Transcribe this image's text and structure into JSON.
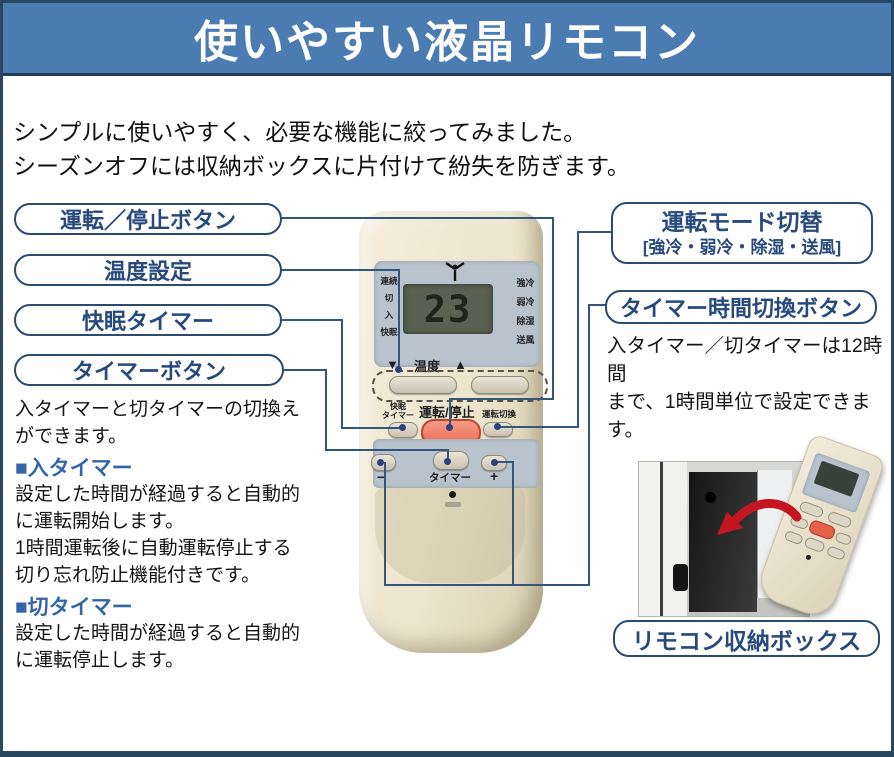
{
  "title": "使いやすい液晶リモコン",
  "intro": {
    "line1": "シンプルに使いやすく、必要な機能に絞ってみました。",
    "line2": "シーズンオフには収納ボックスに片付けて紛失を防ぎます。"
  },
  "left_callouts": [
    {
      "label": "運転／停止ボタン"
    },
    {
      "label": "温度設定"
    },
    {
      "label": "快眠タイマー"
    },
    {
      "label": "タイマーボタン"
    }
  ],
  "timer_section": {
    "intro": "入タイマーと切タイマーの切換え\nができます。",
    "on_timer_heading": "■入タイマー",
    "on_timer_text": "設定した時間が経過すると自動的\nに運転開始します。\n1時間運転後に自動運転停止する\n切り忘れ防止機能付きです。",
    "off_timer_heading": "■切タイマー",
    "off_timer_text": "設定した時間が経過すると自動的\nに運転停止します。"
  },
  "right_callouts": {
    "mode_title": "運転モード切替",
    "mode_subtitle": "[強冷・弱冷・除湿・送風]",
    "timer_switch_title": "タイマー時間切換ボタン",
    "timer_switch_text": "入タイマー／切タイマーは12時間\nまで、1時間単位で設定できます。"
  },
  "remote": {
    "lcd_value": "23",
    "left_indicators": [
      "連続",
      "切",
      "入",
      "快眠"
    ],
    "right_indicators": [
      "強冷",
      "弱冷",
      "除湿",
      "送風"
    ],
    "temp_down": "▼",
    "temp_label": "温度",
    "temp_up": "▲",
    "sleep_button_label": "快眠\nタイマー",
    "power_button_label": "運転/停止",
    "mode_button_label": "運転切換",
    "minus_label": "−",
    "timer_label": "タイマー",
    "plus_label": "+"
  },
  "storage": {
    "label": "リモコン収納ボックス"
  },
  "colors": {
    "banner_blue": "#4a7cb2",
    "callout_navy": "#2b4a70",
    "heading_blue": "#3465a8",
    "connector_blue": "#33567d",
    "power_button_red": "#ee6f52",
    "arrow_red": "#c41620"
  }
}
